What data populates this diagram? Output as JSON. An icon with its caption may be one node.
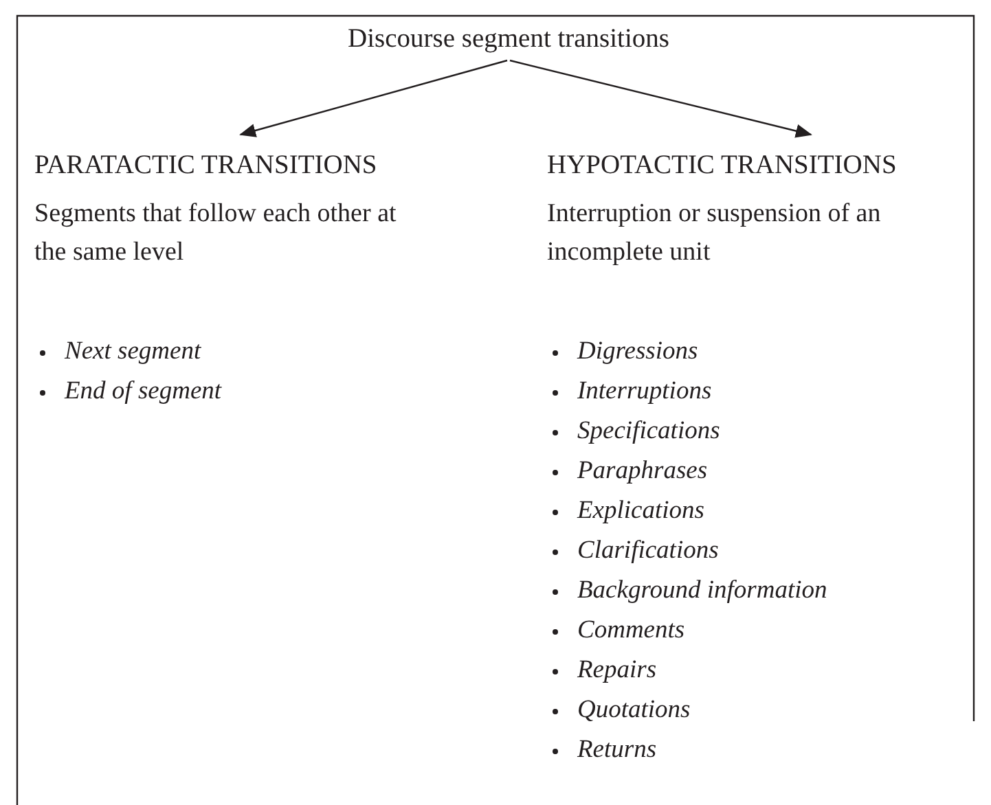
{
  "diagram": {
    "nodes": [
      {
        "text": [
          "Discourse segment transitions"
        ]
      },
      {
        "text": [
          "PARATACTIC TRANSITIONS",
          "Segments that follow each other at the same level",
          "Next segment",
          "End of segment"
        ]
      },
      {
        "text": [
          "HYPOTACTIC TRANSITIONS",
          "Interruption or suspension of an incomplete unit",
          "Digressions",
          "Interruptions",
          "Specifications",
          "Paraphrases",
          "Explications",
          "Clarifications",
          "Background information",
          "Comments",
          "Repairs",
          "Quotations",
          "Returns"
        ]
      }
    ],
    "edges": [
      {
        "from": 0,
        "to": 1,
        "arrow": "to"
      },
      {
        "from": 0,
        "to": 2,
        "arrow": "to"
      }
    ]
  }
}
